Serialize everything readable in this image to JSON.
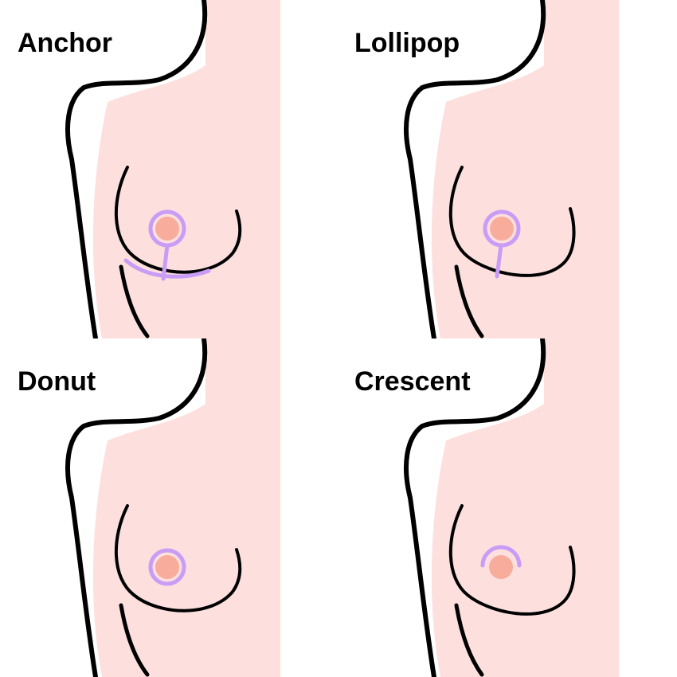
{
  "colors": {
    "skin": "#fde0de",
    "outline": "#000000",
    "areola": "#f8ad9c",
    "incision": "#c99cf5",
    "background": "#ffffff"
  },
  "panels": [
    {
      "label": "Anchor",
      "incision": "anchor"
    },
    {
      "label": "Lollipop",
      "incision": "lollipop"
    },
    {
      "label": "Donut",
      "incision": "donut"
    },
    {
      "label": "Crescent",
      "incision": "crescent"
    }
  ]
}
